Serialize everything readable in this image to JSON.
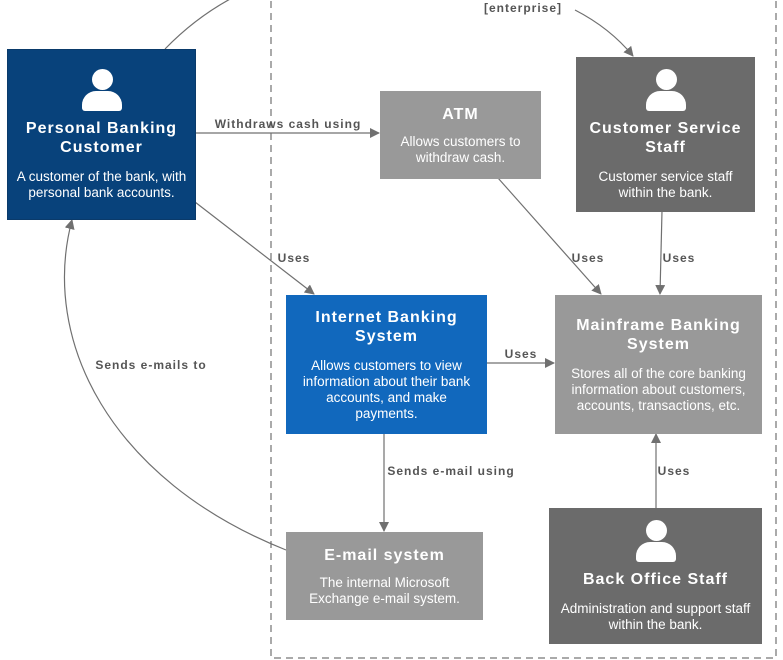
{
  "colors": {
    "person": "#08427b",
    "system": "#1168bd",
    "external": "#999999",
    "staff": "#6b6b6b",
    "arrow": "#707070"
  },
  "boundary": {
    "label": "[enterprise]"
  },
  "elements": {
    "customer": {
      "title": "Personal Banking Customer",
      "desc": "A customer of the bank, with personal bank accounts.",
      "icon": "person-icon"
    },
    "atm": {
      "title": "ATM",
      "desc": "Allows customers to withdraw cash."
    },
    "css": {
      "title": "Customer Service Staff",
      "desc": "Customer service staff within the bank.",
      "icon": "person-icon"
    },
    "ibs": {
      "title": "Internet Banking System",
      "desc": "Allows customers to view information about their bank accounts, and make payments."
    },
    "mainframe": {
      "title": "Mainframe Banking System",
      "desc": "Stores all of the core banking information about customers, accounts, transactions, etc."
    },
    "email": {
      "title": "E-mail system",
      "desc": "The internal Microsoft Exchange e-mail system."
    },
    "backoffice": {
      "title": "Back Office Staff",
      "desc": "Administration and support staff within the bank.",
      "icon": "person-icon"
    }
  },
  "relationships": [
    {
      "label": "Withdraws cash using"
    },
    {
      "label": "Uses"
    },
    {
      "label": "Uses"
    },
    {
      "label": "Uses"
    },
    {
      "label": "Uses"
    },
    {
      "label": "Sends e-mail using"
    },
    {
      "label": "Uses"
    },
    {
      "label": "Sends e-mails to"
    }
  ]
}
